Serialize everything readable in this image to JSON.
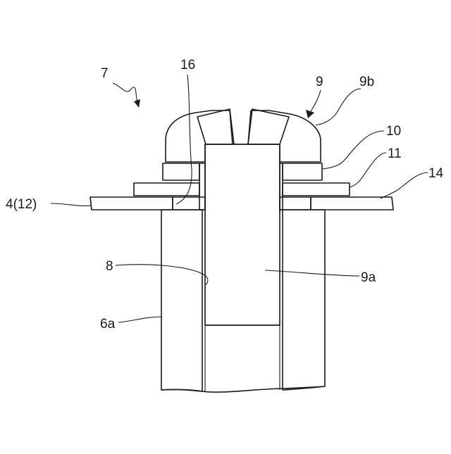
{
  "figure": {
    "labels": {
      "assembly": "7",
      "screw": "9",
      "screw_head": "9b",
      "washer_upper": "10",
      "washer_lower": "11",
      "plate_right": "14",
      "plate_left": "4(12)",
      "gap": "16",
      "bore": "8",
      "shank": "9a",
      "post": "6a"
    },
    "ink_color": "#1a1a1a",
    "paper_color": "#ffffff"
  }
}
